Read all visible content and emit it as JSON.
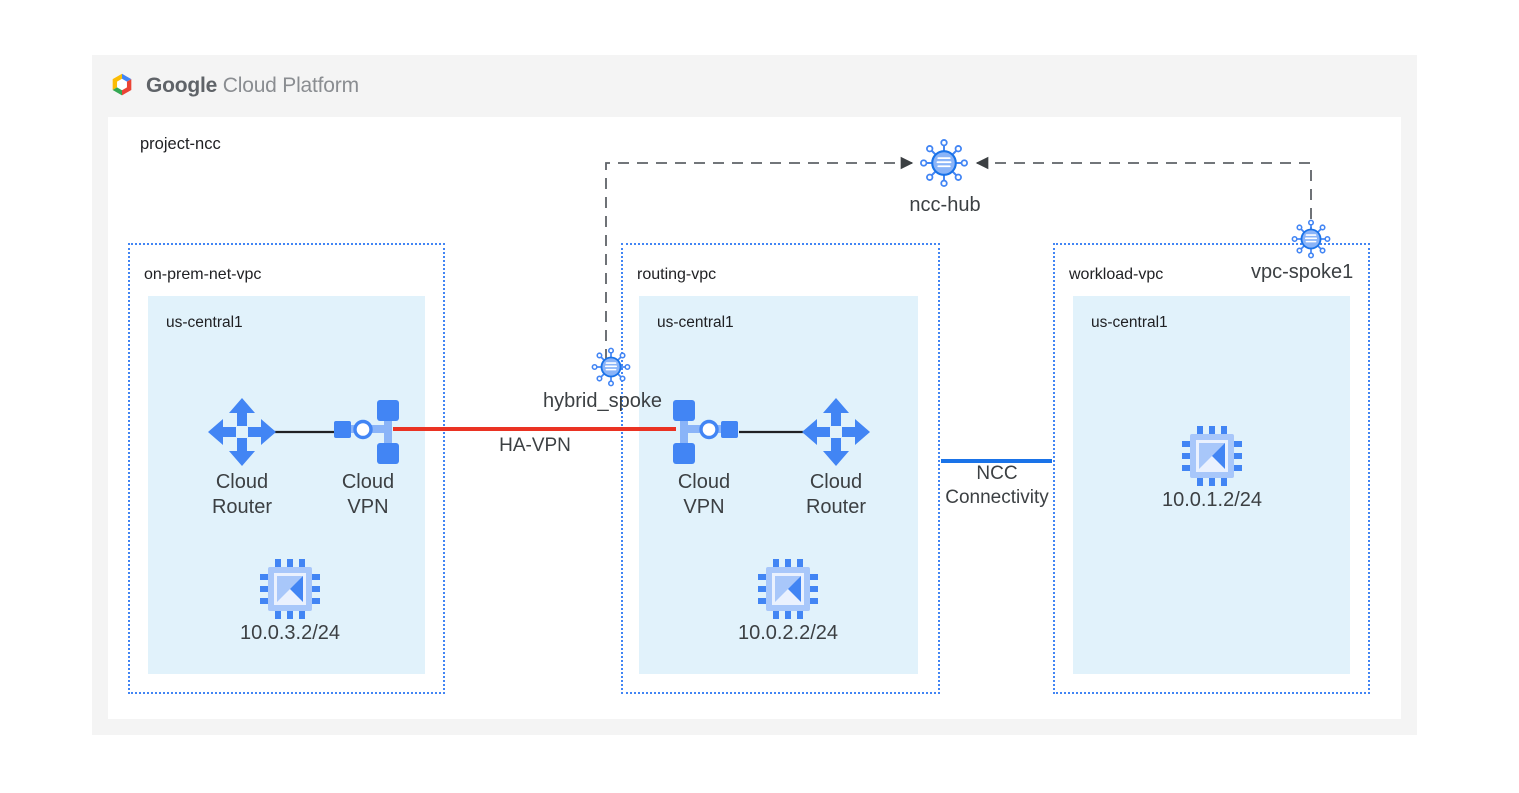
{
  "header": {
    "logo_icon": "google-cloud-platform-logo",
    "brand_bold": "Google",
    "brand_light": "Cloud Platform"
  },
  "project": {
    "label": "project-ncc"
  },
  "hub": {
    "icon": "ncc-hub-icon",
    "label": "ncc-hub"
  },
  "spokes": [
    {
      "id": "hybrid",
      "icon": "ncc-spoke-icon",
      "label": "hybrid_spoke"
    },
    {
      "id": "vpc1",
      "icon": "ncc-spoke-icon",
      "label": "vpc-spoke1"
    }
  ],
  "links": [
    {
      "id": "ha-vpn",
      "label": "HA-VPN",
      "color": "#ea3323",
      "style": "solid"
    },
    {
      "id": "ncc-connectivity",
      "label": "NCC\nConnectivity",
      "color": "#1a73e8",
      "style": "solid"
    },
    {
      "id": "hub-to-hybrid-spoke",
      "label": "",
      "color": "#5f6368",
      "style": "dashed"
    },
    {
      "id": "hub-to-vpc-spoke1",
      "label": "",
      "color": "#5f6368",
      "style": "dashed"
    }
  ],
  "vpcs": [
    {
      "id": "on-prem-net-vpc",
      "label": "on-prem-net-vpc",
      "region": {
        "label": "us-central1"
      },
      "nodes": [
        {
          "id": "cloud-router-left",
          "icon": "cloud-router-icon",
          "label": "Cloud\nRouter"
        },
        {
          "id": "cloud-vpn-left",
          "icon": "cloud-vpn-icon",
          "label": "Cloud\nVPN"
        },
        {
          "id": "vm-left",
          "icon": "compute-instance-icon",
          "label": "10.0.3.2/24"
        }
      ]
    },
    {
      "id": "routing-vpc",
      "label": "routing-vpc",
      "region": {
        "label": "us-central1"
      },
      "nodes": [
        {
          "id": "cloud-vpn-mid",
          "icon": "cloud-vpn-icon",
          "label": "Cloud\nVPN"
        },
        {
          "id": "cloud-router-mid",
          "icon": "cloud-router-icon",
          "label": "Cloud\nRouter"
        },
        {
          "id": "vm-mid",
          "icon": "compute-instance-icon",
          "label": "10.0.2.2/24"
        }
      ]
    },
    {
      "id": "workload-vpc",
      "label": "workload-vpc",
      "region": {
        "label": "us-central1"
      },
      "nodes": [
        {
          "id": "vm-right",
          "icon": "compute-instance-icon",
          "label": "10.0.1.2/24"
        }
      ]
    }
  ],
  "colors": {
    "panel_bg": "#f4f4f4",
    "canvas_bg": "#ffffff",
    "vpc_border": "#4285f4",
    "region_fill": "#e1f2fb",
    "icon_blue": "#4285f4",
    "icon_blue_light": "#a3c2f7",
    "edge_gray": "#5f6368",
    "ha_vpn_red": "#ea3323",
    "ncc_blue": "#1a73e8",
    "text": "#3c4043"
  }
}
